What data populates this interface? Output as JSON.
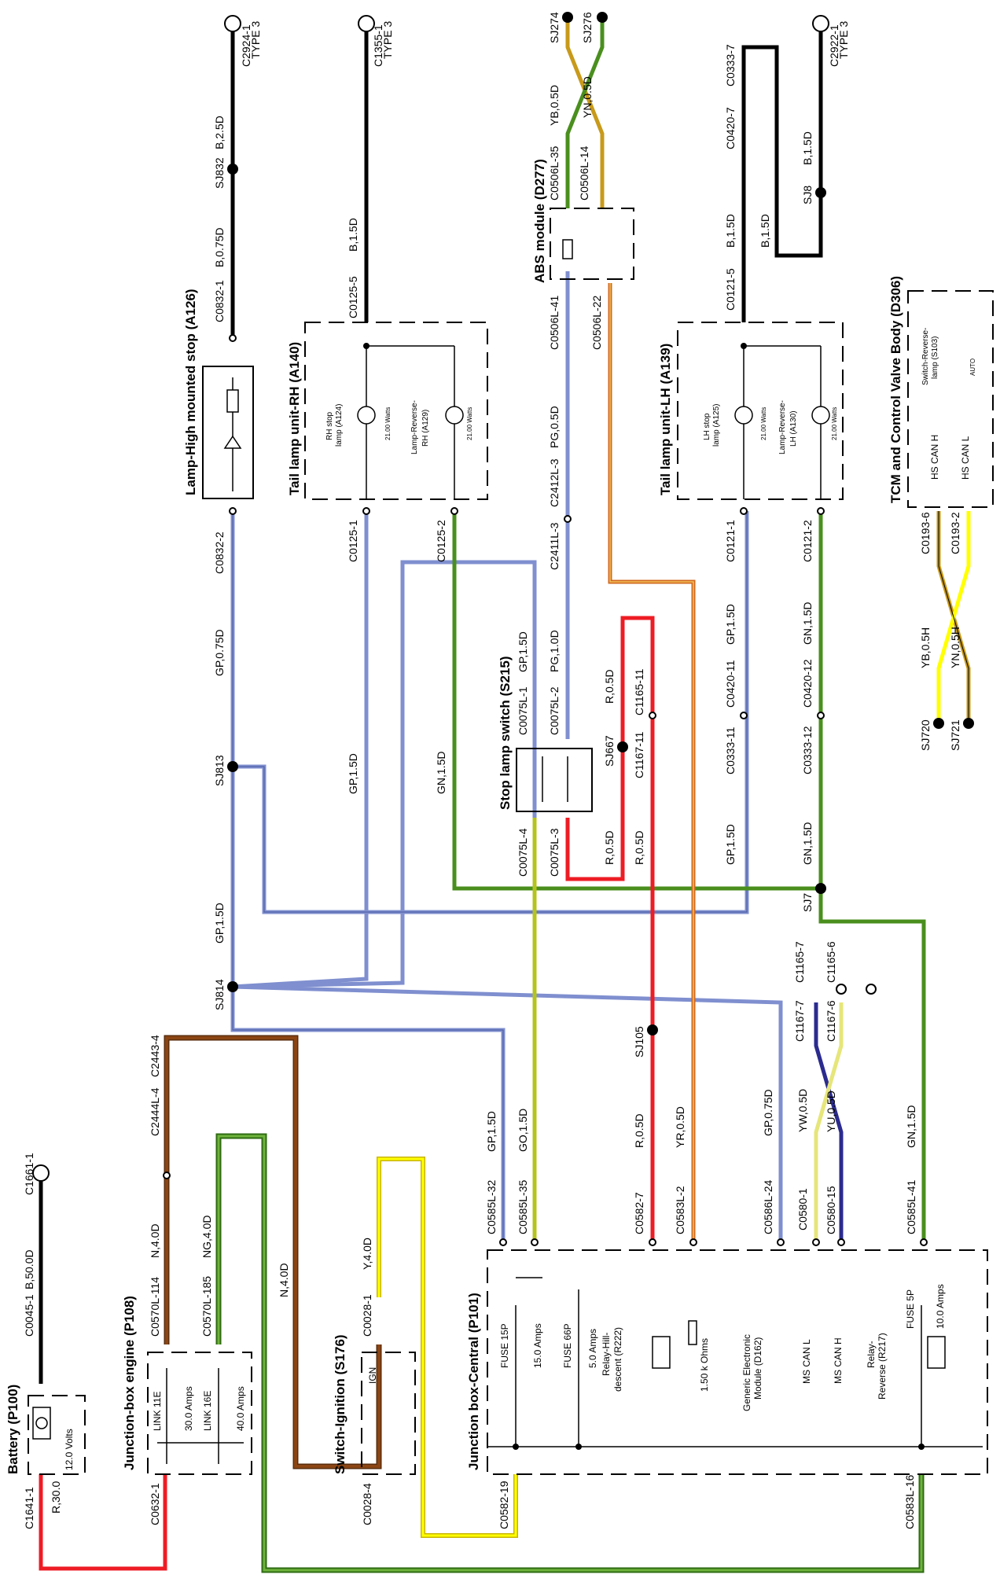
{
  "components": {
    "battery": {
      "title": "Battery (P100)",
      "volts": "12.0 Volts"
    },
    "jb_engine": {
      "title": "Junction-box engine (P108)",
      "link1": "LINK 11E",
      "amp1": "30.0 Amps",
      "link2": "LINK 16E",
      "amp2": "40.0 Amps"
    },
    "ignition": {
      "title": "Switch-Ignition (S176)",
      "ign": "IGN"
    },
    "jb_central": {
      "title": "Junction box-Central (P101)",
      "fuse15": "FUSE 15P",
      "fuse15_amp": "15.0 Amps",
      "fuse66": "FUSE 66P",
      "fuse66_amp": "5.0 Amps",
      "relay_hill_1": "Relay-Hill-",
      "relay_hill_2": "descent (R222)",
      "resistor": "1.50 k Ohms",
      "gem_1": "Generic Electronic",
      "gem_2": "Module (D162)",
      "ms_can_l": "MS CAN L",
      "ms_can_h": "MS CAN H",
      "relay_rev_1": "Relay-",
      "relay_rev_2": "Reverse (R217)",
      "fuse5": "FUSE 5P",
      "fuse5_amp": "10.0 Amps"
    },
    "stop_lamp_switch": {
      "title": "Stop lamp switch (S215)"
    },
    "lamp_hms": {
      "title": "Lamp-High mounted stop (A126)"
    },
    "tail_rh": {
      "title": "Tail lamp unit-RH (A140)",
      "stop_1": "RH stop",
      "stop_2": "lamp (A124)",
      "rev_1": "Lamp-Reverse-",
      "rev_2": "RH (A129)",
      "watts": "21.00 Watts"
    },
    "abs": {
      "title": "ABS module (D277)"
    },
    "tail_lh": {
      "title": "Tail lamp unit-LH (A139)",
      "stop_1": "LH stop",
      "stop_2": "lamp (A125)",
      "rev_1": "Lamp-Reverse-",
      "rev_2": "LH (A130)",
      "watts": "21.00 Watts"
    },
    "tcm": {
      "title": "TCM and Control Valve Body (D306)",
      "hs_can_h": "HS CAN H",
      "hs_can_l": "HS CAN L",
      "switch_1": "Switch-Reverse-",
      "switch_2": "lamp (S103)",
      "auto": "AUTO"
    }
  },
  "labels": {
    "c1641_1": "C1641-1",
    "r30": "R,30.0",
    "c0045_1": "C0045-1",
    "b50": "B,50.0D",
    "c1661_1": "C1661-1",
    "c0632_1": "C0632-1",
    "c0570l_114": "C0570L-114",
    "n4_1": "N,4.0D",
    "c0570l_185": "C0570L-185",
    "ng4": "NG,4.0D",
    "c2444l_4": "C2444L-4",
    "c2443_4": "C2443-4",
    "n4_2": "N,4.0D",
    "c0028_4": "C0028-4",
    "c0028_1": "C0028-1",
    "y4": "Y,4.0D",
    "c0582_19": "C0582-19",
    "c0583l_16": "C0583L-16",
    "c0585l_32": "C0585L-32",
    "gp15_a": "GP,1.5D",
    "c0585l_35": "C0585L-35",
    "go15": "GO,1.5D",
    "c0582_7": "C0582-7",
    "r05_a": "R,0.5D",
    "c0583l_2": "C0583L-2",
    "yr05": "YR,0.5D",
    "c0586l_24": "C0586L-24",
    "gp075_b": "GP,0.75D",
    "c0580_1": "C0580-1",
    "yw05": "YW,0.5D",
    "c0580_15": "C0580-15",
    "yu05": "YU,0.5D",
    "c0585l_41": "C0585L-41",
    "gn15_a": "GN,1.5D",
    "sj814": "SJ814",
    "gp15_b": "GP,1.5D",
    "sj813": "SJ813",
    "gp075_a": "GP,0.75D",
    "c0832_2": "C0832-2",
    "c0832_1": "C0832-1",
    "b075": "B,0.75D",
    "sj832": "SJ832",
    "b25": "B,2.5D",
    "c2924_1": "C2924-1",
    "type3_a": "TYPE 3",
    "gp15_c": "GP,1.5D",
    "gn15_b": "GN,1.5D",
    "c0125_1": "C0125-1",
    "c0125_2": "C0125-2",
    "c0125_5": "C0125-5",
    "b15_a": "B,1.5D",
    "c1355_1": "C1355-1",
    "type3_b": "TYPE 3",
    "c0075l_4": "C0075L-4",
    "c0075l_3": "C0075L-3",
    "r05_b": "R,0.5D",
    "c0075l_1": "C0075L-1",
    "gp15_d": "GP,1.5D",
    "c0075l_2": "C0075L-2",
    "pg10": "PG,1.0D",
    "sj667": "SJ667",
    "r05_c": "R,0.5D",
    "c1167_11": "C1167-11",
    "c1165_11": "C1165-11",
    "r05_d": "R,0.5D",
    "sj105": "SJ105",
    "c2411l_3": "C2411L-3",
    "c2412l_3": "C2412L-3",
    "pg05": "PG,0.5D",
    "c0506l_41": "C0506L-41",
    "c0506l_22": "C0506L-22",
    "c0506l_35": "C0506L-35",
    "c0506l_14": "C0506L-14",
    "yb05": "YB,0.5D",
    "yn05": "YN,0.5D",
    "sj274": "SJ274",
    "sj276": "SJ276",
    "c1167_7": "C1167-7",
    "c1165_7": "C1165-7",
    "c1167_6": "C1167-6",
    "c1165_6": "C1165-6",
    "c0333_11": "C0333-11",
    "c0420_11": "C0420-11",
    "gp15_e": "GP,1.5D",
    "gp15_f": "GP,1.5D",
    "c0333_12": "C0333-12",
    "c0420_12": "C0420-12",
    "gn15_c": "GN,1.5D",
    "gn15_d": "GN,1.5D",
    "sj7": "SJ7",
    "c0121_1": "C0121-1",
    "c0121_2": "C0121-2",
    "c0121_5": "C0121-5",
    "b15_b": "B,1.5D",
    "b15_c": "B,1.5D",
    "c0420_7": "C0420-7",
    "c0333_7": "C0333-7",
    "sj8": "SJ8",
    "b15_d": "B,1.5D",
    "c2922_1": "C2922-1",
    "type3_c": "TYPE 3",
    "c0193_6": "C0193-6",
    "c0193_2": "C0193-2",
    "yb05h": "YB,0.5H",
    "yn05h": "YN,0.5H",
    "sj720": "SJ720",
    "sj721": "SJ721"
  },
  "wire_colors": {
    "black": "#000000",
    "red": "#ee1c24",
    "green": "#4a8f1e",
    "brown": "#8b4513",
    "yellow": "#ffff00",
    "grey_purple": "#7f8fcf",
    "yellow_green": "#b5c31e",
    "orange": "#d2691e",
    "navy": "#2b2b8f"
  }
}
